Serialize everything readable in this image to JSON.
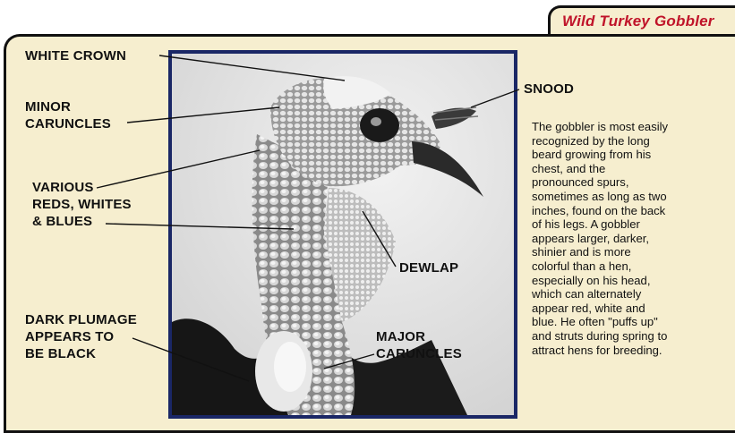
{
  "header": {
    "title": "Wild Turkey Gobbler"
  },
  "labels": {
    "white_crown": "WHITE CROWN",
    "minor_caruncles_1": "MINOR",
    "minor_caruncles_2": "CARUNCLES",
    "various_1": "VARIOUS",
    "various_2": "REDS, WHITES",
    "various_3": "& BLUES",
    "dark_1": "DARK PLUMAGE",
    "dark_2": "APPEARS TO",
    "dark_3": "BE BLACK",
    "snood": "SNOOD",
    "dewlap": "DEWLAP",
    "major_1": "MAJOR",
    "major_2": "CARUNCLES"
  },
  "description": {
    "lines": [
      "The gobbler is most easily",
      "recognized by the long",
      "beard growing from his",
      "chest, and the",
      "pronounced spurs,",
      "sometimes as long as two",
      "inches, found on the back",
      "of his legs. A gobbler",
      "appears larger, darker,",
      "shinier and is more",
      "colorful than a hen,",
      "especially on his head,",
      "which can alternately",
      "appear red, white and",
      "blue. He often \"puffs up\"",
      "and struts during spring to",
      "attract hens for breeding."
    ]
  },
  "colors": {
    "title_red": "#c0142a",
    "panel_bg": "#f6eecf",
    "frame_navy": "#1a2766"
  }
}
